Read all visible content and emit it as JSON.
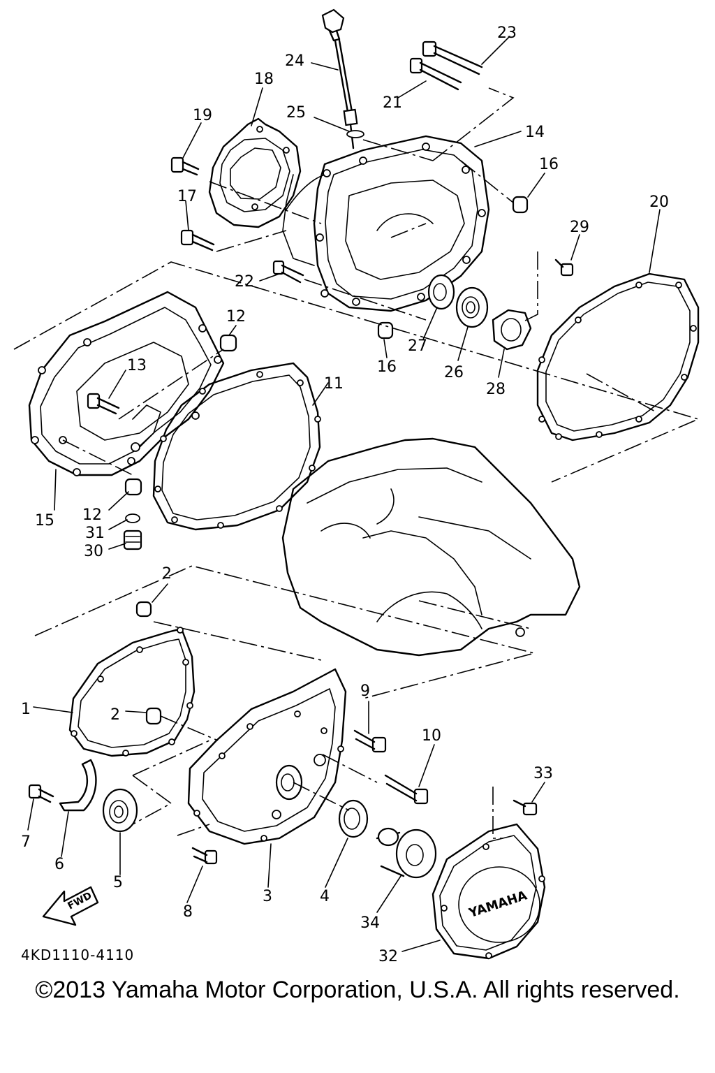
{
  "diagram": {
    "part_labels": [
      "1",
      "2",
      "3",
      "4",
      "5",
      "6",
      "7",
      "8",
      "9",
      "10",
      "11",
      "12",
      "13",
      "14",
      "15",
      "16",
      "17",
      "18",
      "19",
      "20",
      "21",
      "22",
      "23",
      "24",
      "25",
      "26",
      "27",
      "28",
      "29",
      "30",
      "31",
      "32",
      "33",
      "34"
    ],
    "fwd_arrow_text": "FWD",
    "cover_logo_text": "YAMAHA",
    "diagram_code": "4KD1110-4110"
  },
  "footer": {
    "copyright": "©2013 Yamaha Motor Corporation, U.S.A. All rights reserved."
  }
}
